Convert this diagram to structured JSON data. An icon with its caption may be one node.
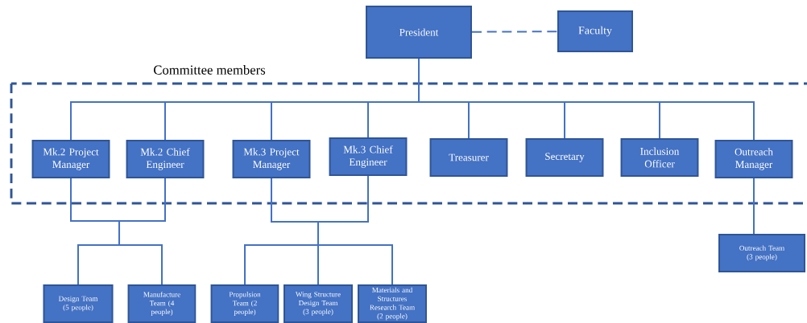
{
  "diagram": {
    "nodes": [
      {
        "text": [
          "President"
        ]
      },
      {
        "text": [
          "Faculty"
        ]
      },
      {
        "text": [
          "Committee members"
        ]
      },
      {
        "text": [
          "Mk.2 Project Manager"
        ],
        "in": 2
      },
      {
        "text": [
          "Mk.2 Chief Engineer"
        ],
        "in": 2
      },
      {
        "text": [
          "Mk.3 Project Manager"
        ],
        "in": 2
      },
      {
        "text": [
          "Mk.3 Chief Engineer"
        ],
        "in": 2
      },
      {
        "text": [
          "Treasurer"
        ],
        "in": 2
      },
      {
        "text": [
          "Secretary"
        ],
        "in": 2
      },
      {
        "text": [
          "Inclusion Officer"
        ],
        "in": 2
      },
      {
        "text": [
          "Outreach Manager"
        ],
        "in": 2
      },
      {
        "text": [
          "Design Team (5 people)"
        ]
      },
      {
        "text": [
          "Manufacture Team (4 people)"
        ]
      },
      {
        "text": [
          "Propulsion Team (2 people)"
        ]
      },
      {
        "text": [
          "Wing Structure Design Team (3 people)"
        ]
      },
      {
        "text": [
          "Materials and Structures Research Team (2 people)"
        ]
      },
      {
        "text": [
          "Outreach Team (3 people)"
        ]
      }
    ],
    "edges": [
      {
        "from": 0,
        "to": 1,
        "arrow": "none",
        "style": "dashed"
      },
      {
        "from": 0,
        "to": 3,
        "arrow": "none"
      },
      {
        "from": 0,
        "to": 4,
        "arrow": "none"
      },
      {
        "from": 0,
        "to": 5,
        "arrow": "none"
      },
      {
        "from": 0,
        "to": 6,
        "arrow": "none"
      },
      {
        "from": 0,
        "to": 7,
        "arrow": "none"
      },
      {
        "from": 0,
        "to": 8,
        "arrow": "none"
      },
      {
        "from": 0,
        "to": 9,
        "arrow": "none"
      },
      {
        "from": 0,
        "to": 10,
        "arrow": "none"
      },
      {
        "from": 3,
        "to": 11,
        "arrow": "none"
      },
      {
        "from": 3,
        "to": 12,
        "arrow": "none"
      },
      {
        "from": 4,
        "to": 11,
        "arrow": "none"
      },
      {
        "from": 4,
        "to": 12,
        "arrow": "none"
      },
      {
        "from": 5,
        "to": 13,
        "arrow": "none"
      },
      {
        "from": 5,
        "to": 14,
        "arrow": "none"
      },
      {
        "from": 5,
        "to": 15,
        "arrow": "none"
      },
      {
        "from": 6,
        "to": 13,
        "arrow": "none"
      },
      {
        "from": 6,
        "to": 14,
        "arrow": "none"
      },
      {
        "from": 6,
        "to": 15,
        "arrow": "none"
      },
      {
        "from": 10,
        "to": 16,
        "arrow": "none"
      }
    ]
  }
}
